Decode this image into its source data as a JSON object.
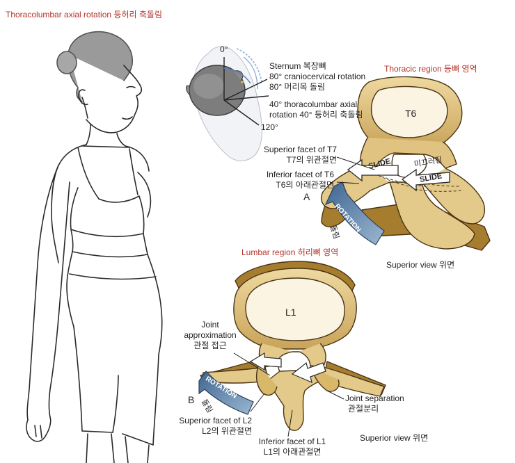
{
  "figure": {
    "title": "Thoracolumbar axial rotation 등허리 축돌림"
  },
  "rotation_diagram": {
    "zero": "0°",
    "sternum_line1": "Sternum 복장뼈",
    "sternum_line2": "80° craniocervical rotation",
    "sternum_line3": "80° 머리목 돌림",
    "thoraco_line1": "40° thoracolumbar axial",
    "thoraco_line2": "rotation 40° 등허리 축돌림",
    "deg120": "120°"
  },
  "thoracic": {
    "region_title": "Thoracic region 등뼈 영역",
    "vertebra": "T6",
    "sup_facet_line1": "Superior facet of T7",
    "sup_facet_line2": "T7의 위관절면",
    "inf_facet_line1": "Inferior facet of T6",
    "inf_facet_line2": "T6의 아래관절면",
    "panel_letter": "A",
    "slide_left": "SLIDE",
    "slide_right": "SLIDE",
    "slide_korean": "미끄러짐",
    "rotation": "ROTATION",
    "rotation_korean": "돌림",
    "view": "Superior view 위면"
  },
  "lumbar": {
    "region_title": "Lumbar region 허리뼈 영역",
    "vertebra": "L1",
    "approx_line1": "Joint",
    "approx_line2": "approximation",
    "approx_line3": "관절 접근",
    "separation_line1": "Joint separation",
    "separation_line2": "관절분리",
    "panel_letter": "B",
    "rotation": "ROTATION",
    "rotation_korean": "돌림",
    "sup_facet_line1": "Superior facet of L2",
    "sup_facet_line2": "L2의 위관절면",
    "inf_facet_line1": "Inferior facet of L1",
    "inf_facet_line2": "L1의 아래관절면",
    "view": "Superior view 위면"
  },
  "colors": {
    "title_red": "#b5342b",
    "bone_fill": "#e3c98a",
    "bone_dark": "#a67c2e",
    "bone_outline": "#4a3516",
    "body_light": "#f6ecd0",
    "arrow_blue": "#5b7fa6"
  }
}
